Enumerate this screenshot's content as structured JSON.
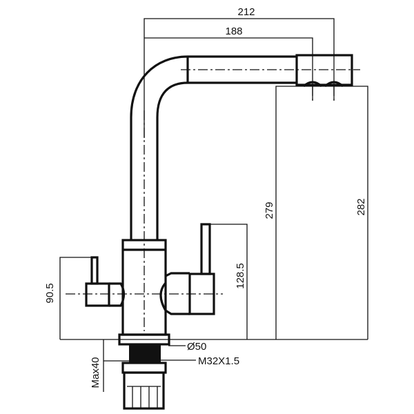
{
  "title": "Kitchen faucet dimension drawing",
  "dimensions": {
    "spout_reach_outer": "212",
    "spout_reach_inner": "188",
    "height_279": "279",
    "height_282": "282",
    "handle_height": "128.5",
    "side_handle_height": "90.5",
    "base_diameter": "Ø50",
    "thread": "M32X1.5",
    "max_thickness": "Max40"
  },
  "colors": {
    "line": "#111111",
    "background": "#ffffff"
  }
}
